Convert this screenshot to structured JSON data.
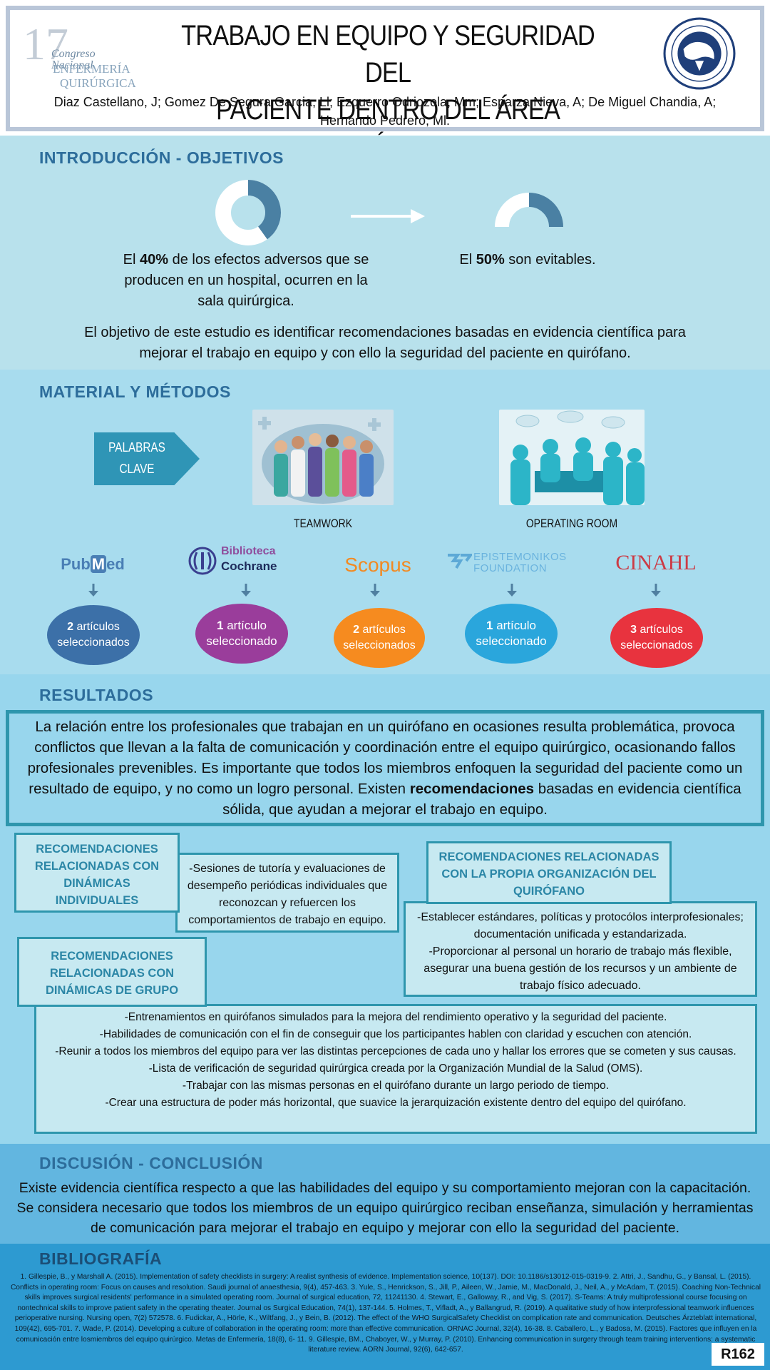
{
  "header": {
    "logo": {
      "number": "17",
      "line1": "Congreso Nacional",
      "line2": "ENFERMERÍA",
      "line3": "QUIRÚRGICA"
    },
    "title_line1": "TRABAJO EN EQUIPO Y SEGURIDAD DEL",
    "title_line2": "PACIENTE DENTRO DEL ÁREA QUIRÚRGICA",
    "authors": "Diaz Castellano, J; Gomez De Segura Garcia, Ll; Ezquerro Odriozola, Mm; Esparza Nieva, A; De Miguel Chandia, A; Hernando Pedrero, Ml.",
    "seal_icon": "association-seal-icon"
  },
  "intro": {
    "heading": "INTRODUCCIÓN - OBJETIVOS",
    "donut_percent": 40,
    "half_donut_percent": 50,
    "stat1_pre": "El ",
    "stat1_bold": "40%",
    "stat1_post": " de los efectos adversos que se producen en un hospital, ocurren en la sala quirúrgica.",
    "stat2_pre": "El ",
    "stat2_bold": "50%",
    "stat2_post": " son evitables.",
    "objective": "El objetivo de este estudio es identificar recomendaciones basadas en evidencia científica para mejorar el trabajo en equipo y con ello la seguridad del paciente en quirófano."
  },
  "methods": {
    "heading": "MATERIAL Y MÉTODOS",
    "keywords_line1": "PALABRAS",
    "keywords_line2": "CLAVE",
    "keyword1": "TEAMWORK",
    "keyword2": "OPERATING ROOM",
    "databases": [
      {
        "name": "PubMed",
        "count": "2",
        "text": "artículos seleccionados",
        "color": "#3c70a8"
      },
      {
        "name": "Biblioteca Cochrane",
        "count": "1",
        "text": "artículo seleccionado",
        "color": "#9a3d9b"
      },
      {
        "name": "Scopus",
        "count": "2",
        "text": "artículos seleccionados",
        "color": "#f68b1f"
      },
      {
        "name": "EPISTEMONIKOS FOUNDATION",
        "count": "1",
        "text": "artículo seleccionado",
        "color": "#2aa6dc"
      },
      {
        "name": "CINAHL",
        "count": "3",
        "text": "artículos seleccionados",
        "color": "#e8333e"
      }
    ],
    "db_labels": {
      "pubmed_a": "Pub",
      "pubmed_b": "M",
      "pubmed_c": "ed",
      "cochrane1": "Biblioteca",
      "cochrane2": "Cochrane",
      "scopus": "Scopus",
      "episte1": "EPISTEMONIKOS",
      "episte2": "FOUNDATION",
      "cinahl": "CINAHL"
    }
  },
  "results": {
    "heading": "RESULTADOS",
    "summary_pre": "La relación entre los profesionales que trabajan en un quirófano en ocasiones resulta problemática, provoca conflictos que llevan a la falta de comunicación y coordinación entre el equipo quirúrgico, ocasionando fallos profesionales prevenibles. Es importante que todos los miembros enfoquen la seguridad del paciente como un resultado de equipo, y no como un logro personal. Existen ",
    "summary_bold": "recomendaciones",
    "summary_post": " basadas en evidencia científica sólida, que ayudan a mejorar el trabajo en equipo.",
    "individual_heading": "RECOMENDACIONES RELACIONADAS CON DINÁMICAS INDIVIDUALES",
    "individual_text": "-Sesiones de tutoría y evaluaciones de desempeño periódicas individuales que reconozcan y refuercen los comportamientos de trabajo en equipo.",
    "org_heading": "RECOMENDACIONES RELACIONADAS CON LA PROPIA ORGANIZACIÓN DEL QUIRÓFANO",
    "org_items": [
      "-Establecer estándares, políticas y protocólos interprofesionales; documentación unificada y estandarizada.",
      "-Proporcionar al personal un horario de trabajo más flexible, asegurar una buena gestión de los recursos y un ambiente de trabajo físico adecuado."
    ],
    "group_heading": "RECOMENDACIONES RELACIONADAS CON DINÁMICAS DE GRUPO",
    "group_items": [
      "-Entrenamientos en quirófanos simulados para la mejora del rendimiento operativo y la seguridad del paciente.",
      "-Habilidades de comunicación con el fin de conseguir que los participantes hablen con claridad y escuchen con atención.",
      "-Reunir a todos los miembros del equipo para ver las distintas percepciones de cada uno y hallar los errores que se cometen y sus causas.",
      "-Lista de verificación de seguridad quirúrgica creada por la Organización Mundial de la Salud (OMS).",
      "-Trabajar con las mismas personas en el quirófano durante un largo periodo de tiempo.",
      "-Crear una estructura de poder más horizontal, que suavice la jerarquización existente dentro del equipo del quirófano."
    ]
  },
  "discussion": {
    "heading": "DISCUSIÓN - CONCLUSIÓN",
    "text": "Existe evidencia científica respecto a que las habilidades del equipo y su comportamiento mejoran con la capacitación. Se considera necesario que todos los miembros de un equipo quirúrgico reciban enseñanza, simulación y herramientas de comunicación para mejorar el trabajo en equipo y mejorar con ello la seguridad del paciente."
  },
  "bibliography": {
    "heading": "BIBLIOGRAFÍA",
    "text": "1. Gillespie, B., y Marshall A. (2015). Implementation of safety checklists in surgery: A realist synthesis of evidence. Implementation science, 10(137). DOI: 10.1186/s13012-015-0319-9. 2. Attri, J., Sandhu, G., y Bansal, L. (2015). Conflicts in operating room: Focus on causes and resolution. Saudi journal of anaesthesia, 9(4), 457-463. 3. Yule, S., Henrickson, S., Jill, P., Aileen, W., Jamie, M., MacDonald, J., Neil, A., y McAdam, T. (2015). Coaching Non-Technical skills improves surgical residents' performance in a simulated operating room. Journal of surgical education, 72, 11241130. 4. Stewart, E., Galloway, R., and Vig, S. (2017). S-Teams: A truly multiprofessional course focusing on nontechnical skills to improve patient safety in the operating theater. Journal os Surgical Education, 74(1), 137-144. 5. Holmes, T., Vifladt, A., y Ballangrud, R. (2019). A qualitative study of how interprofessional teamwork influences perioperative nursing. Nursing open, 7(2) 572578. 6. Fudickar, A., Hörle, K., Wiltfang, J., y Bein, B. (2012). The effect of the WHO SurgicalSafety Checklist on complication rate and communication. Deutsches Ärzteblatt international, 109(42), 695-701. 7. Wade, P. (2014). Developing a culture of collaboration in the operating room: more than effective communication. ORNAC Journal, 32(4), 16-38. 8. Caballero, L., y Badosa, M. (2015). Factores que influyen en la comunicación entre losmiembros del equipo quirúrgico. Metas de Enfermería, 18(8), 6- 11. 9. Gillespie, BM., Chaboyer, W., y Murray, P. (2010). Enhancing communication in surgery through team training interventions: a systematic literature review. AORN Journal, 92(6), 642-657.",
    "poster_code": "R162"
  },
  "colors": {
    "heading": "#2d6d9b",
    "intro_bg": "#b8e1ec",
    "methods_bg": "#a8dcee",
    "results_bg": "#98d6ed",
    "discussion_bg": "#62b6e0",
    "bibliography_bg": "#2d9ad1",
    "donut": "#4a80a3"
  }
}
